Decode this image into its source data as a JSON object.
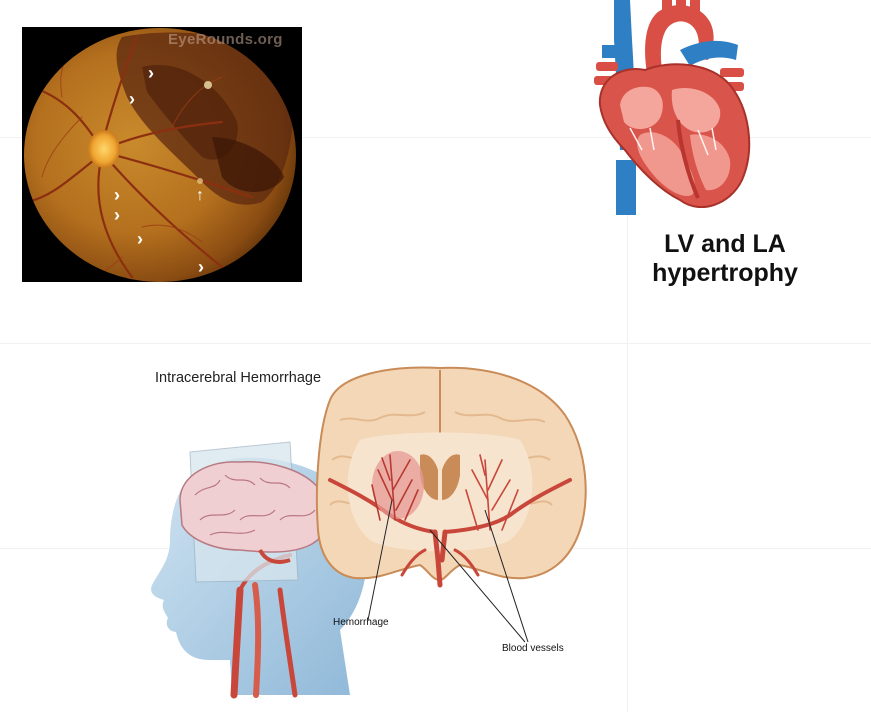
{
  "fundus": {
    "watermark": "EyeRounds.org",
    "arrowhead_glyph": "›",
    "arrow_glyph": "↑"
  },
  "heart": {
    "caption_line1": "LV and LA",
    "caption_line2": "hypertrophy"
  },
  "brain": {
    "title": "Intracerebral Hemorrhage",
    "label_hemorrhage": "Hemorrhage",
    "label_blood_vessels": "Blood vessels"
  },
  "colors": {
    "artery_red": "#c9473a",
    "vein_blue": "#2f7fc4",
    "brain_pink": "#f3d0cb",
    "fundus_orange": "#b8721d"
  }
}
